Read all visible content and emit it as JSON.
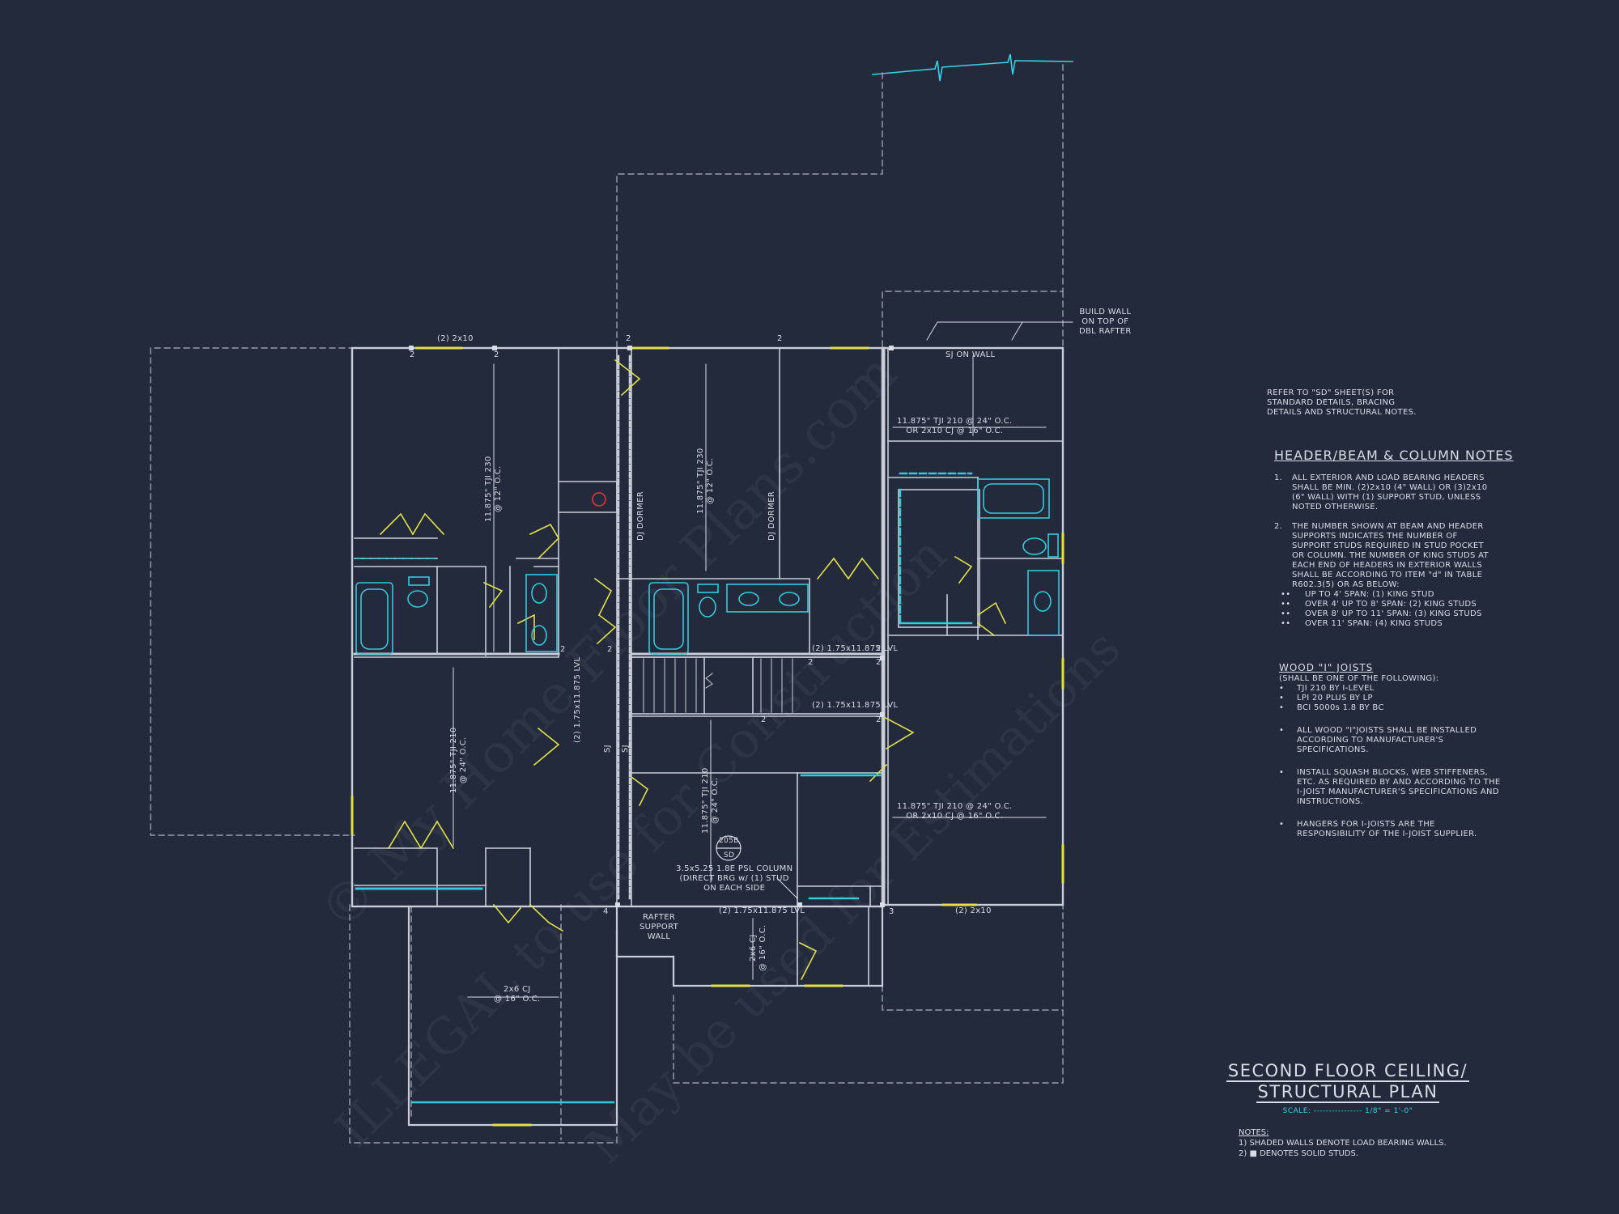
{
  "watermark": {
    "line1": "© My Home Floor Plans.com",
    "line2": "ILLEGAL to use for Construction",
    "line3": "May be used for Estimations"
  },
  "plan_labels": {
    "build_wall": "BUILD WALL\nON TOP OF\nDBL RAFTER",
    "sj_on_wall": "SJ ON WALL",
    "beam_top_left": "(2) 2x10",
    "joist_left_upper": "11.875\" TJI 230\n@ 12\" O.C.",
    "joist_center_upper": "11.875\" TJI 230\n@ 12\" O.C.",
    "dj_dormer": "DJ DORMER",
    "joist_right_upper": "11.875\" TJI 210 @ 24\" O.C.\nOR 2x10 CJ @ 16\" O.C.",
    "lvl_right_1": "(2) 1.75x11.875 LVL",
    "lvl_right_2": "(2) 1.75x11.875 LVL",
    "lvl_vertical": "(2) 1.75x11.875 LVL",
    "sj": "SJ",
    "joist_left_lower": "11.875\" TJI 210\n@ 24\" O.C.",
    "joist_center_lower": "11.875\" TJI 210\n@ 24\" O.C.",
    "joist_right_lower": "11.875\" TJI 210 @ 24\" O.C.\nOR 2x10 CJ @ 16\" O.C.",
    "detail_num": "205B",
    "detail_sheet": "SD",
    "psl_column": "3.5x5.25 1.8E PSL COLUMN\n(DIRECT BRG w/ (1) STUD\nON EACH SIDE",
    "lvl_bottom": "(2) 1.75x11.875 LVL",
    "beam_bottom_right": "(2) 2x10",
    "rafter_support": "RAFTER\nSUPPORT\nWALL",
    "cj_2x6": "2x6 CJ\n@ 16\" O.C.",
    "cj_2x6_vertical": "2x6 CJ\n@ 16\" O.C.",
    "stud_counts": [
      "2",
      "2",
      "2",
      "2",
      "2",
      "2",
      "2",
      "2",
      "2",
      "2",
      "2",
      "4",
      "3"
    ]
  },
  "refer_note": "REFER TO \"SD\" SHEET(S) FOR\nSTANDARD DETAILS, BRACING\nDETAILS AND STRUCTURAL NOTES.",
  "header_notes": {
    "title": "HEADER/BEAM & COLUMN NOTES",
    "item1_num": "1.",
    "item1": "ALL EXTERIOR AND LOAD BEARING HEADERS SHALL BE MIN. (2)2x10 (4\" WALL) OR (3)2x10 (6\" WALL) WITH (1) SUPPORT STUD, UNLESS NOTED OTHERWISE.",
    "item2_num": "2.",
    "item2": "THE NUMBER SHOWN AT BEAM AND HEADER SUPPORTS INDICATES THE NUMBER OF SUPPORT STUDS REQUIRED IN STUD POCKET OR COLUMN. THE NUMBER OF KING STUDS AT EACH END OF HEADERS IN EXTERIOR WALLS SHALL BE ACCORDING TO ITEM \"d\" IN TABLE R602.3(5) OR AS BELOW:",
    "bullet_mark": "••",
    "spans": [
      "UP TO 4' SPAN: (1) KING STUD",
      "OVER 4' UP TO 8' SPAN: (2) KING STUDS",
      "OVER 8' UP TO 11' SPAN: (3) KING STUDS",
      "OVER 11' SPAN: (4) KING STUDS"
    ]
  },
  "joist_notes": {
    "title": "WOOD \"I\" JOISTS",
    "subtitle": "(SHALL BE ONE OF THE FOLLOWING):",
    "bullet_mark": "•",
    "products": [
      "TJI 210 BY I-LEVEL",
      "LPI 20 PLUS BY LP",
      "BCI 5000s 1.8 BY BC"
    ],
    "items": [
      "ALL WOOD \"I\"JOISTS SHALL BE INSTALLED ACCORDING TO MANUFACTURER'S SPECIFICATIONS.",
      "INSTALL SQUASH BLOCKS, WEB STIFFENERS, ETC. AS REQUIRED BY AND ACCORDING TO THE I-JOIST MANUFACTURER'S SPECIFICATIONS AND INSTRUCTIONS.",
      "HANGERS FOR I-JOISTS ARE THE RESPONSIBILITY OF THE I-JOIST SUPPLIER."
    ]
  },
  "title_block": {
    "line1": "SECOND FLOOR CEILING/",
    "line2": "STRUCTURAL PLAN",
    "scale": "SCALE: ---------------- 1/8\" = 1'-0\""
  },
  "plan_notes": {
    "title": "NOTES:",
    "items": [
      "1) SHADED WALLS DENOTE LOAD BEARING WALLS.",
      "2) ■ DENOTES SOLID STUDS."
    ]
  },
  "colors": {
    "background": "#222a3c",
    "wall": "#c9ced9",
    "dashed": "#aeb4c2",
    "door": "#e3e04a",
    "fixture": "#36c8dc",
    "accent": "#39d0e8",
    "alert": "#d9303a"
  }
}
